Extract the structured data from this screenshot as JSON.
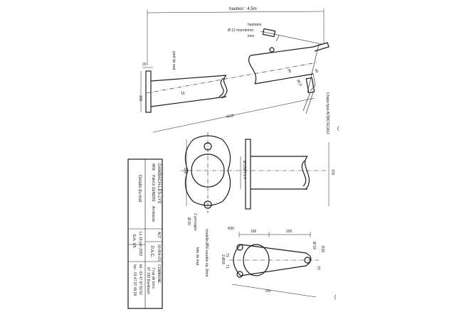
{
  "drawing": {
    "height_label": "hauteur : 4,5m",
    "haubans_label": "haubans",
    "cable_label": "Ø 12 monotoron",
    "cable_material": "inox",
    "clamp_label": "Chape type ACMO ECA12",
    "pied_label": "pied de mat",
    "tete_label": "tete de mat",
    "dim_20": "20",
    "dim_166_left": "166",
    "dim_15": "15",
    "dim_4628": "4628",
    "dim_80": "80",
    "dim_40": "40",
    "dim_86": "86,5",
    "dim_280": "280",
    "dim_370": "370",
    "tube_label": "Ø 139.7 x 4",
    "perc_label": "2 percages",
    "perc_dia": "Ø 20",
    "dim_166": "166",
    "dim_150": "150",
    "r30_left": "R30",
    "r30_right": "R30",
    "dia_18": "Ø 18",
    "dia_18b": "2 Ø18",
    "dim_71a": "71",
    "dim_71b": "71",
    "dim_70": "70",
    "dim_180": "180",
    "rondelle_label": "rondelle Ø50 soudée ép. 8mm"
  },
  "title_block": {
    "commune": "DAMBACH-LES-LYS",
    "architect_firm": "AKA",
    "architect_name": "Patrick GENERE",
    "architect_role": "Architecte",
    "sheet_title": "Details du mat",
    "alt_label": "ALT",
    "ref_number": "00-804-03",
    "phase": "P.A.C.",
    "date": "Le 19 juin 2002",
    "scale": "Ech. 1/5",
    "address_1": "COMMUNE",
    "address_2": "7 rue de lorra",
    "address_3": "67 310 Dambach",
    "phone": "tel : 03 47 97 59 50",
    "fax": "fax : 03 47 97 49 09"
  }
}
